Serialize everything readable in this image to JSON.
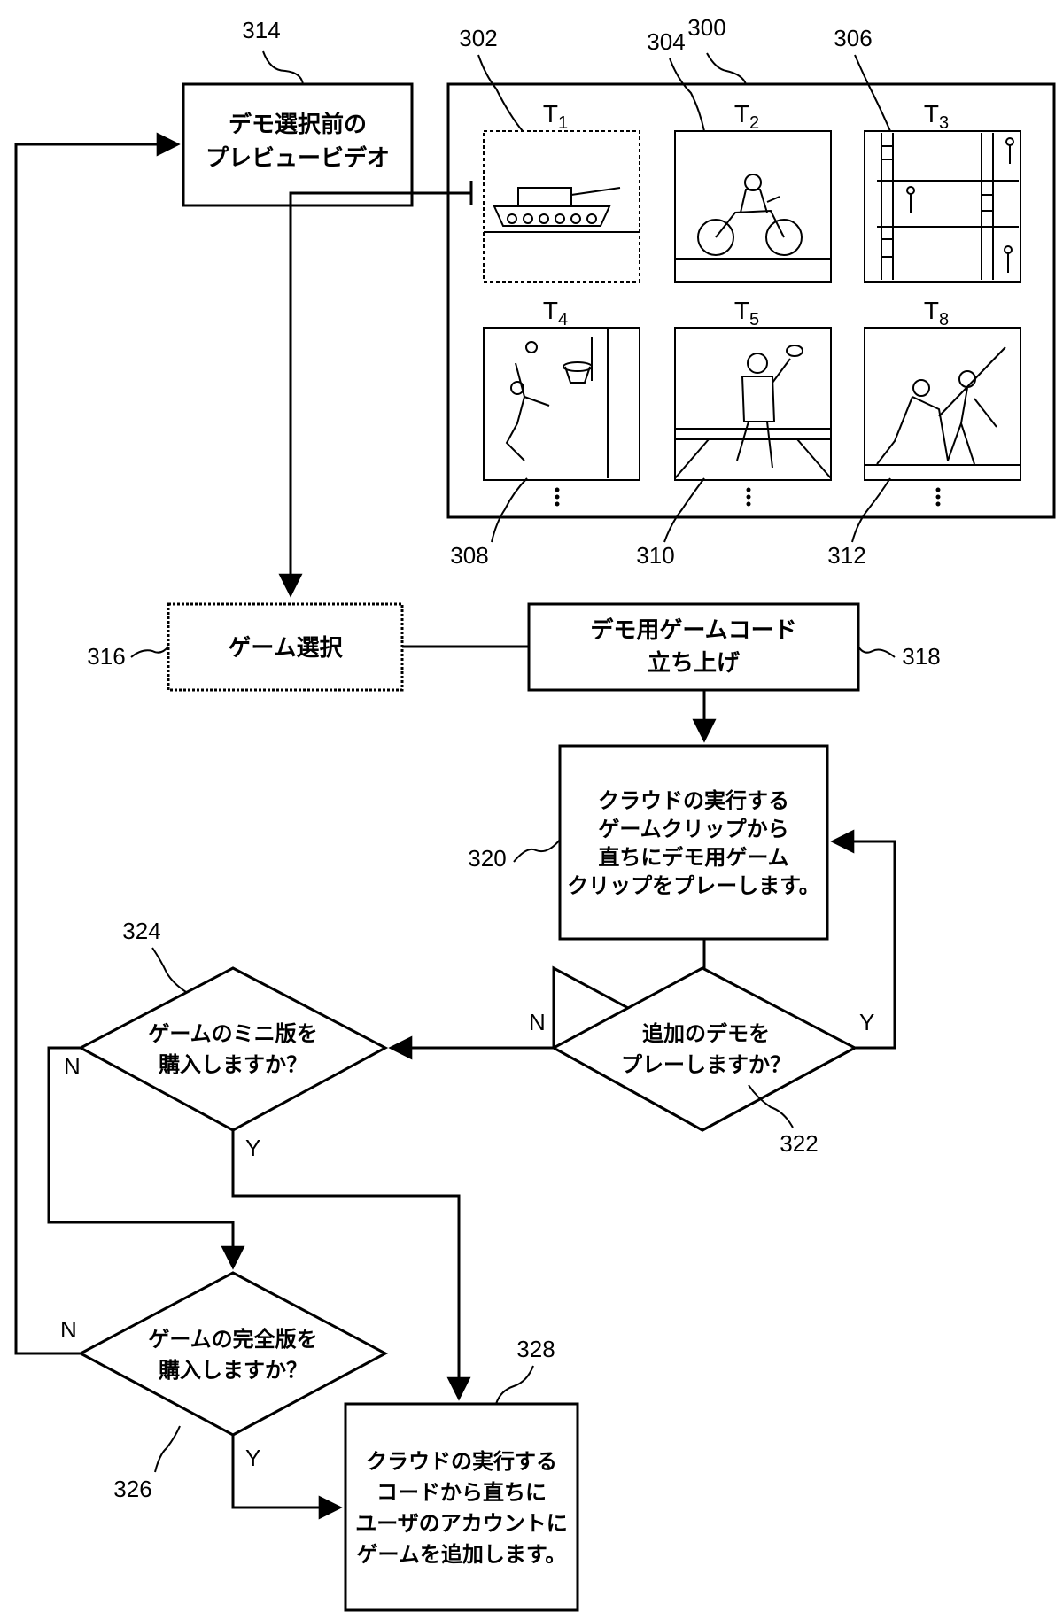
{
  "boxes": {
    "preview": {
      "ref": "314",
      "lines": [
        "デモ選択前の",
        "プレビュービデオ"
      ]
    },
    "game_select": {
      "ref": "316",
      "lines": [
        "ゲーム選択"
      ]
    },
    "launch": {
      "ref": "318",
      "lines": [
        "デモ用ゲームコード",
        "立ち上げ"
      ]
    },
    "play_clip": {
      "ref": "320",
      "lines": [
        "クラウドの実行する",
        "ゲームクリップから",
        "直ちにデモ用ゲーム",
        "クリップをプレーします。"
      ]
    },
    "add_game": {
      "ref": "328",
      "lines": [
        "クラウドの実行する",
        "コードから直ちに",
        "ユーザのアカウントに",
        "ゲームを追加します。"
      ]
    }
  },
  "decisions": {
    "more_demo": {
      "ref": "322",
      "lines": [
        "追加のデモを",
        "プレーしますか？"
      ],
      "yes": "Y",
      "no": "N"
    },
    "mini_version": {
      "ref": "324",
      "lines": [
        "ゲームのミニ版を",
        "購入しますか？"
      ],
      "yes": "Y",
      "no": "N"
    },
    "full_version": {
      "ref": "326",
      "lines": [
        "ゲームの完全版を",
        "購入しますか？"
      ],
      "yes": "Y",
      "no": "N"
    }
  },
  "panel": {
    "ref": "300",
    "tiles": [
      {
        "ref": "302",
        "label": "T",
        "sub": "1",
        "icon": "tank-icon"
      },
      {
        "ref": "304",
        "label": "T",
        "sub": "2",
        "icon": "motorcycle-icon"
      },
      {
        "ref": "306",
        "label": "T",
        "sub": "3",
        "icon": "ladder-platform-icon"
      },
      {
        "ref": "308",
        "label": "T",
        "sub": "4",
        "icon": "basketball-icon"
      },
      {
        "ref": "310",
        "label": "T",
        "sub": "5",
        "icon": "football-player-icon"
      },
      {
        "ref": "312",
        "label": "T",
        "sub": "8",
        "icon": "sword-fighters-icon"
      }
    ]
  }
}
